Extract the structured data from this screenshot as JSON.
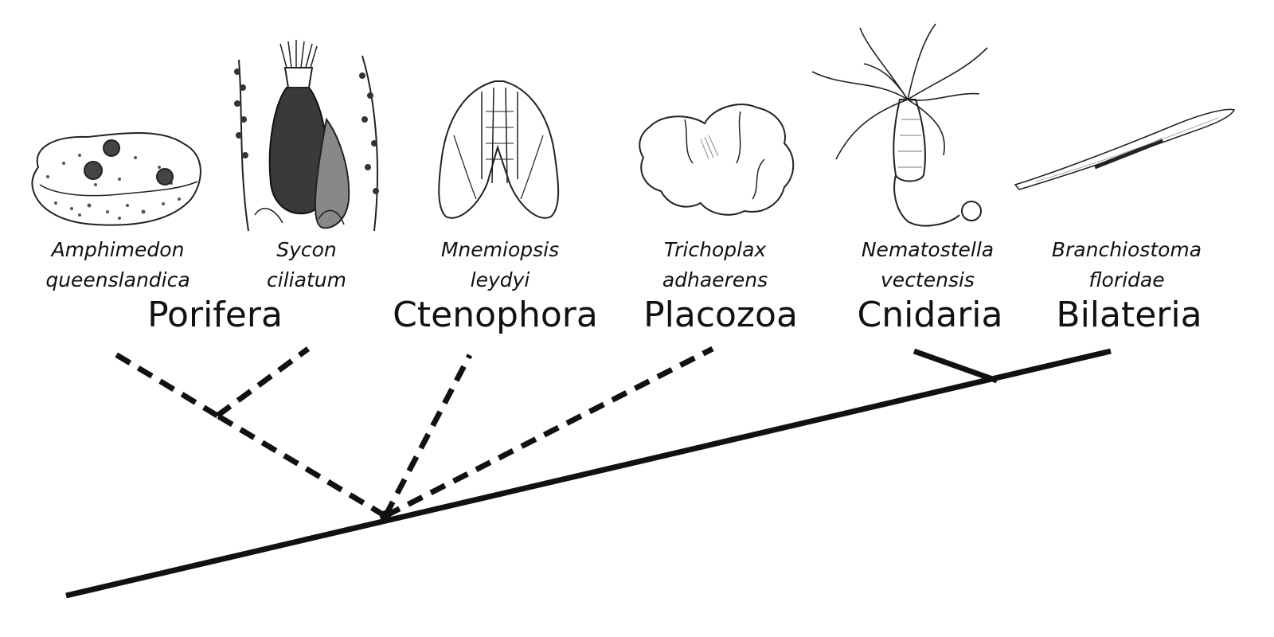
{
  "species": {
    "amphimedon": [
      "Amphimedon",
      "queenslandica"
    ],
    "sycon": [
      "Sycon",
      "ciliatum"
    ],
    "mnemiopsis": [
      "Mnemiopsis",
      "leydyi"
    ],
    "trichoplax": [
      "Trichoplax",
      "adhaerens"
    ],
    "nematostella": [
      "Nematostella",
      "vectensis"
    ],
    "branchiostoma": [
      "Branchiostoma",
      "floridae"
    ]
  },
  "taxa": {
    "porifera": "Porifera",
    "ctenophora": "Ctenophora",
    "placozoa": "Placozoa",
    "cnidaria": "Cnidaria",
    "bilateria": "Bilateria"
  },
  "illustrations": [
    {
      "icon": "sponge-amphimedon-icon"
    },
    {
      "icon": "sponge-sycon-icon"
    },
    {
      "icon": "comb-jelly-icon"
    },
    {
      "icon": "placozoan-icon"
    },
    {
      "icon": "sea-anemone-icon"
    },
    {
      "icon": "lancelet-icon"
    }
  ]
}
